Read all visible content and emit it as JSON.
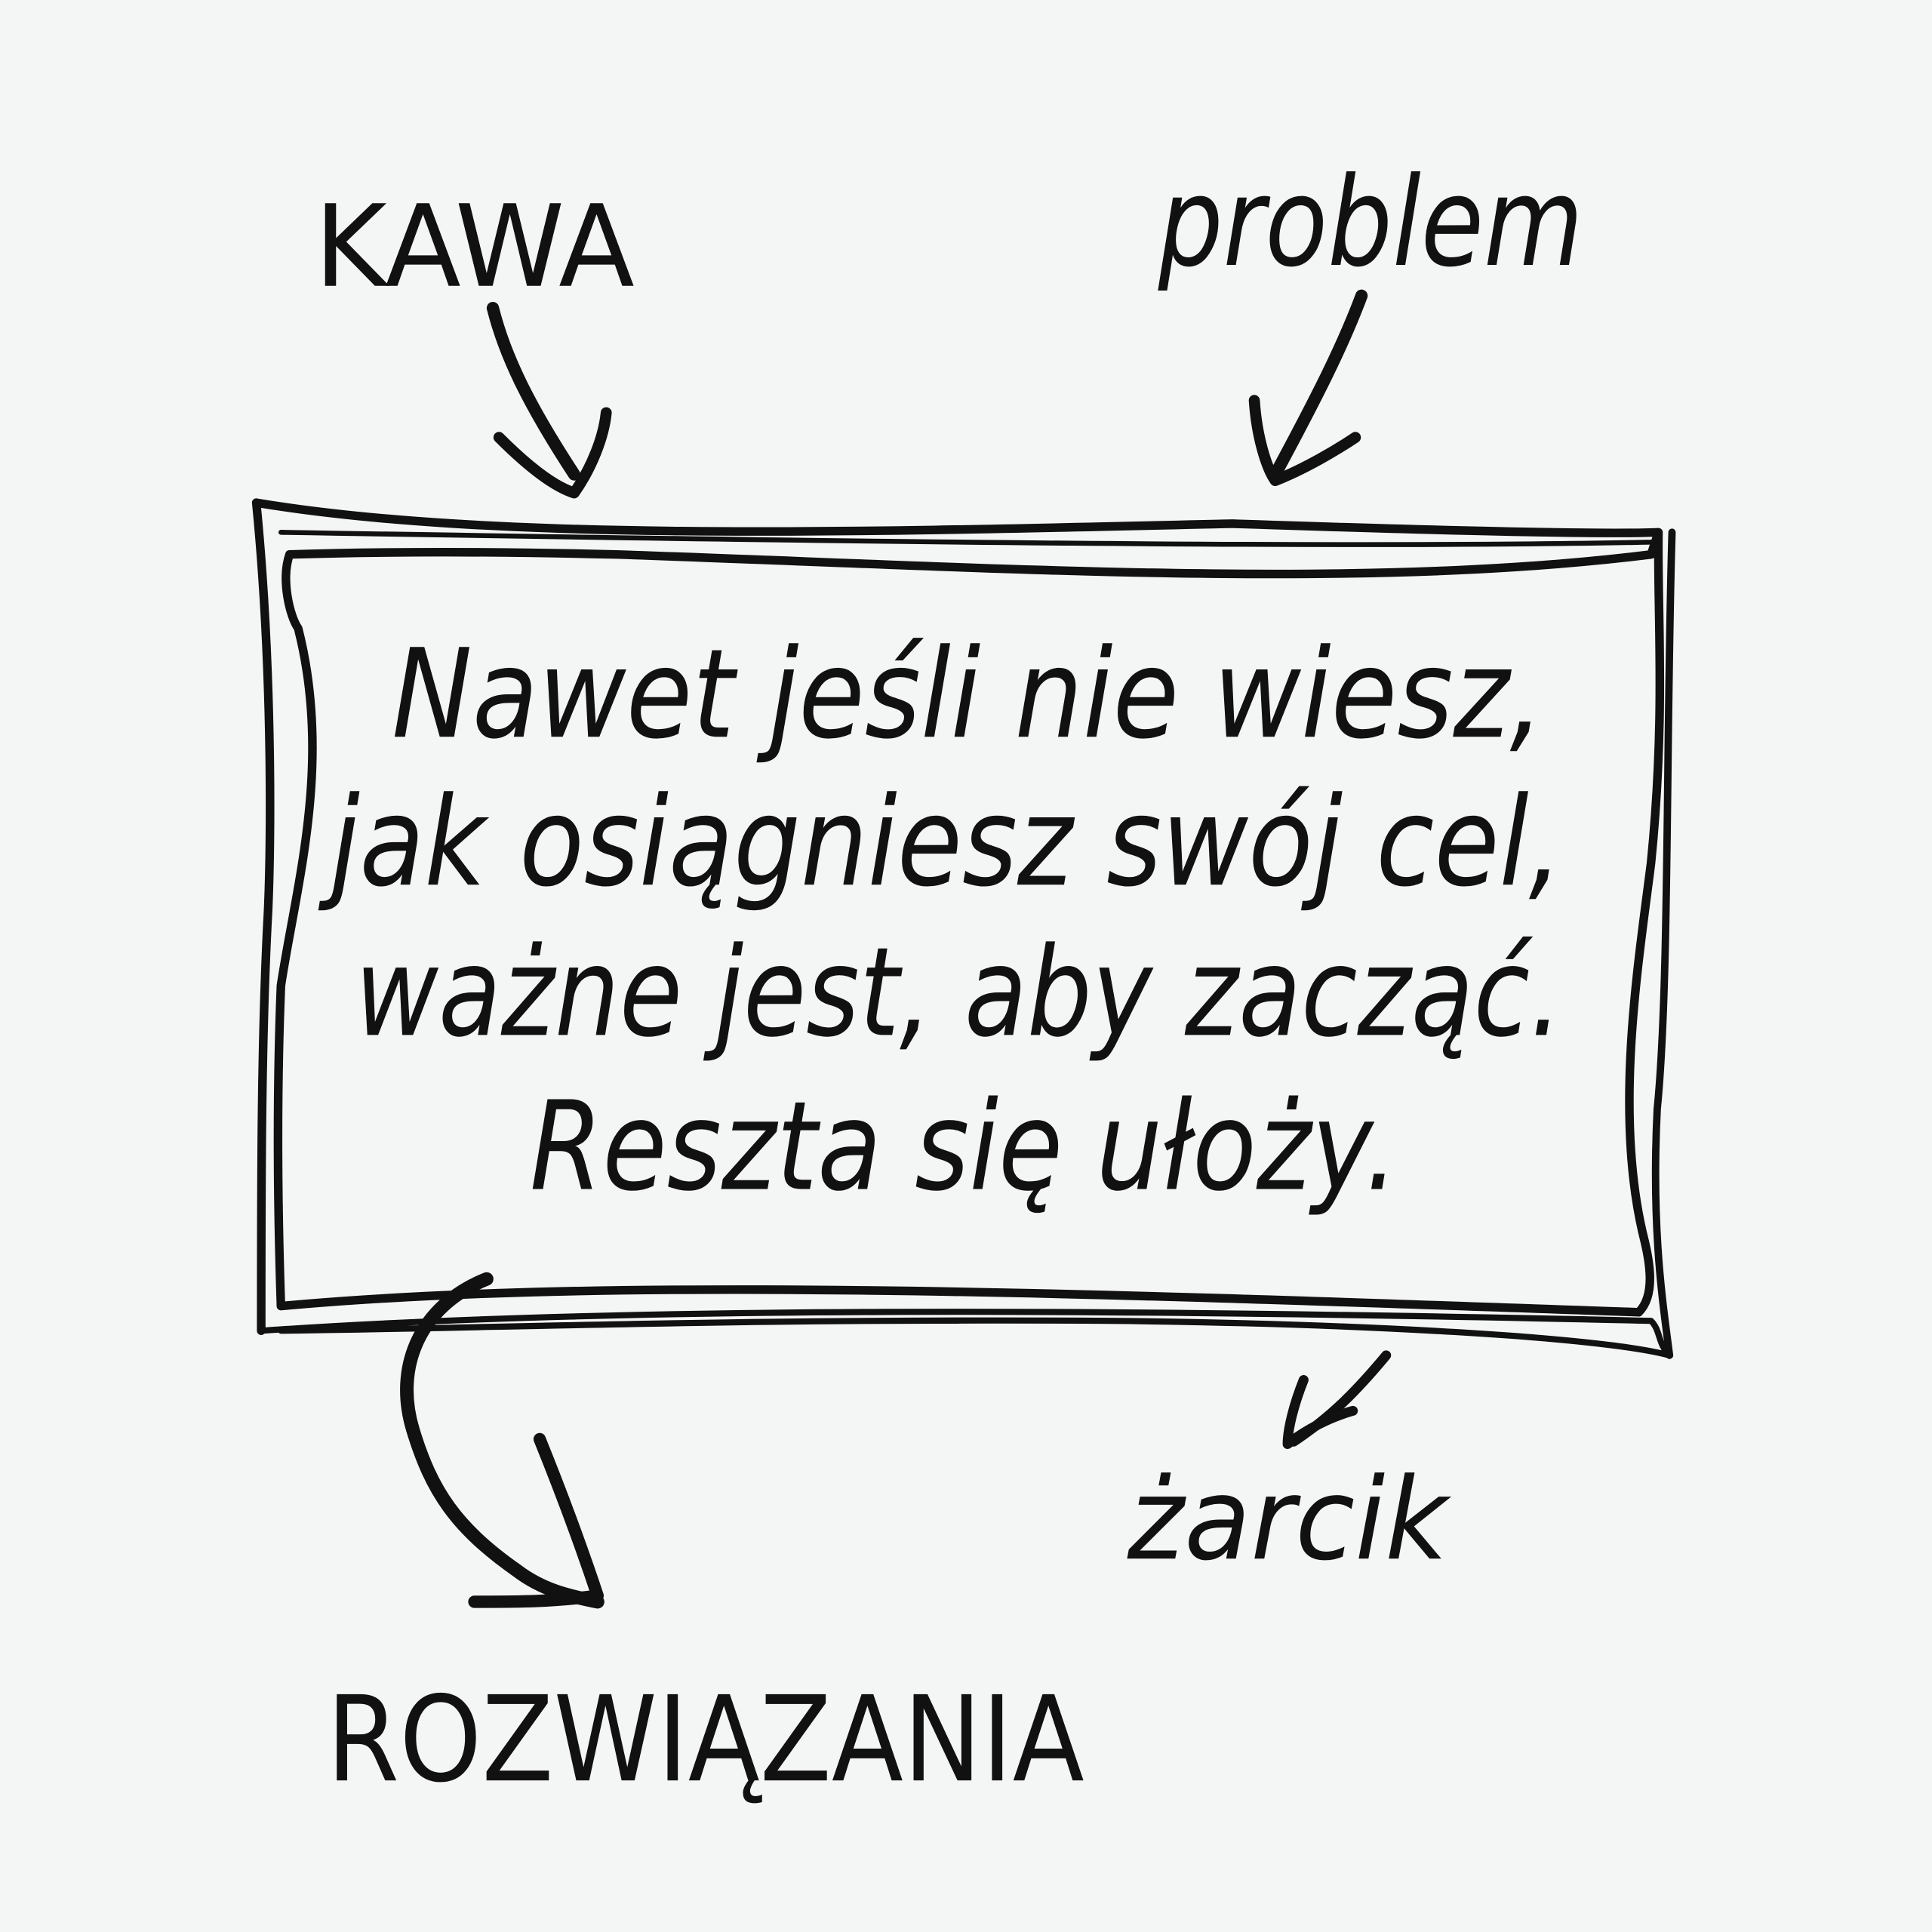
{
  "labels": {
    "top_left": "KAWA",
    "top_right": "problem",
    "bottom_left": "ROZWIĄZANIA",
    "bottom_right": "żarcik"
  },
  "quote": {
    "lines": [
      "Nawet jeśli nie wiesz,",
      "jak osiągniesz swój cel,",
      "ważne jest, aby zacząć.",
      "Reszta się ułoży."
    ]
  },
  "colors": {
    "ink": "#111111",
    "background": "#f4f6f5"
  }
}
